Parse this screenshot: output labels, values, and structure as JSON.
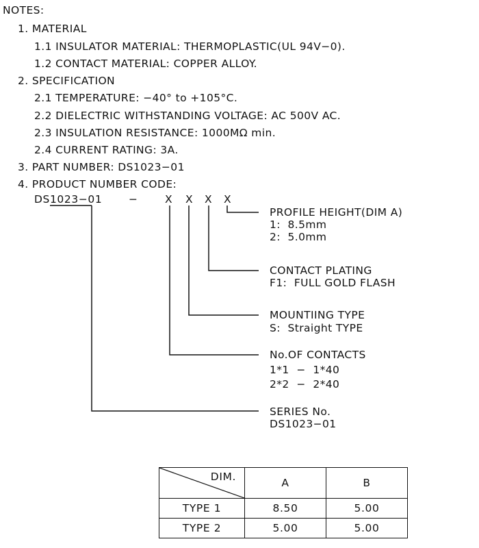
{
  "notes_title": "NOTES:",
  "material": {
    "heading": "1. MATERIAL",
    "insulator": "1.1 INSULATOR MATERIAL: THERMOPLASTIC(UL 94V−0).",
    "contact": "1.2 CONTACT MATERIAL: COPPER ALLOY."
  },
  "specification": {
    "heading": "2. SPECIFICATION",
    "temperature": "2.1 TEMPERATURE: −40° to +105°C.",
    "dielectric": "2.2 DIELECTRIC WITHSTANDING VOLTAGE: AC 500V AC.",
    "insulation": "2.3 INSULATION RESISTANCE: 1000MΩ min.",
    "current": "2.4 CURRENT RATING: 3A."
  },
  "part_number": "3. PART NUMBER: DS1023−01",
  "product_code": {
    "heading": "4. PRODUCT NUMBER CODE:",
    "code_prefix": "DS1023−01",
    "code_dash": "−",
    "code_x": "X",
    "profile": {
      "title": "PROFILE HEIGHT(DIM A)",
      "opt1": "1:  8.5mm",
      "opt2": "2:  5.0mm"
    },
    "plating": {
      "title": "CONTACT PLATING",
      "opt1": "F1:  FULL GOLD FLASH"
    },
    "mounting": {
      "title": "MOUNTIING TYPE",
      "opt1": "S:  Straight TYPE"
    },
    "contacts": {
      "title": "No.OF CONTACTS",
      "opt1": "1*1  −  1*40",
      "opt2": "2*2  −  2*40"
    },
    "series": {
      "title": "SERIES No.",
      "opt1": "DS1023−01"
    }
  },
  "dim_table": {
    "corner": "DIM.",
    "col_a": "A",
    "col_b": "B",
    "rows": [
      {
        "type": "TYPE  1",
        "a": "8.50",
        "b": "5.00"
      },
      {
        "type": "TYPE  2",
        "a": "5.00",
        "b": "5.00"
      }
    ]
  }
}
